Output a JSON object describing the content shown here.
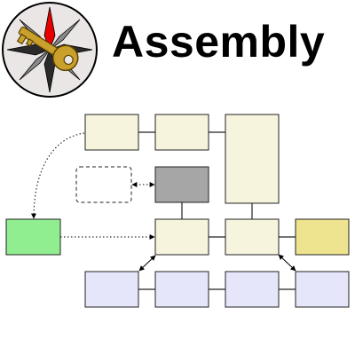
{
  "header": {
    "title": "Assembly",
    "logo_icon": "compass-rose-key-icon"
  },
  "colors": {
    "cream": "#f6f4dc",
    "gray": "#a6a6a6",
    "green": "#90ee90",
    "yellow": "#eee38e",
    "lavender": "#e6e6fb",
    "stroke": "#222222",
    "logo_red": "#e60000",
    "logo_key": "#c9a02c"
  },
  "diagram": {
    "node_kinds": [
      "cream",
      "cream",
      "cream-tall",
      "dashed-placeholder",
      "gray",
      "green",
      "cream",
      "cream",
      "yellow",
      "lavender",
      "lavender",
      "lavender",
      "lavender"
    ],
    "connector_kinds": [
      "solid-line",
      "dotted-arrow",
      "dotted-double-arrow",
      "solid-double-arrow"
    ]
  }
}
